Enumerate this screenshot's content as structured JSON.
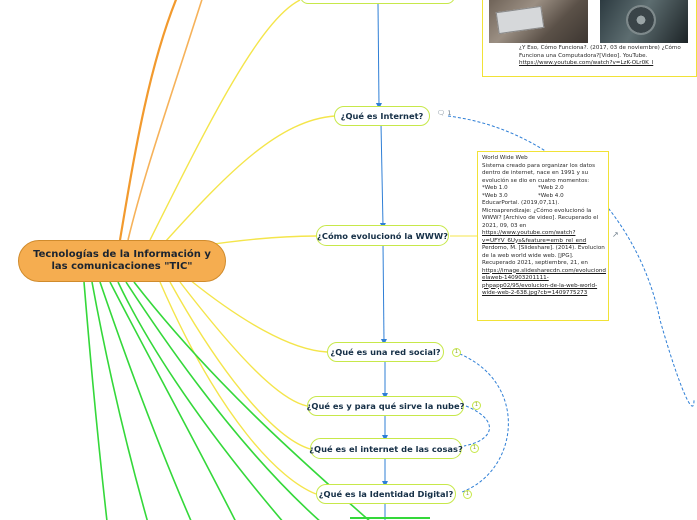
{
  "root": {
    "line1": "Tecnologías de la Información y",
    "line2": "las comunicaciones \"TIC\""
  },
  "topics": [
    {
      "label": "¿Qué es Internet?"
    },
    {
      "label": "¿Cómo evolucionó la WWW?"
    },
    {
      "label": "¿Qué es una red social?"
    },
    {
      "label": "¿Qué es y para qué sirve la nube?"
    },
    {
      "label": "¿Qué es el internet de las cosas?"
    },
    {
      "label": "¿Qué es la Identidad Digital?"
    }
  ],
  "comment_badge": {
    "count": "1"
  },
  "relation_badges": [
    "1",
    "1",
    "1",
    "1"
  ],
  "top_note": {
    "line1": "¿Y Eso, Cómo Funciona?. (2017, 03 de noviembre) ¿Cómo",
    "line2": "Funciona una Computadora?[Video]. YouTube.",
    "link": "https://www.youtube.com/watch?v=LzK-OLr0K_I"
  },
  "www_note": {
    "lines": [
      "World Wide Web",
      "Sistema creado para organizar los datos",
      "dentro de internet, nace en 1991 y su",
      "evolución se dio en cuatro momentos:"
    ],
    "web_versions": [
      [
        "*Web 1.0",
        "*Web 2.0"
      ],
      [
        "*Web 3.0",
        "*Web 4.0"
      ]
    ],
    "refs": [
      "EducarPortal. (2019,07,11).",
      "Microaprendizaje: ¿Cómo evolucionó la",
      "WWW? [Archivo de video]. Recuperado el",
      "2021, 09, 03 en"
    ],
    "link1a": "https://www.youtube.com/watch?",
    "link1b": "v=UFYV_6Uys&feature=emb_rel_end",
    "refs2": [
      "Perdomo, M.  [Slideshare]. (2014). Evolucion",
      "de la web world wide web. [JPG].",
      "Recuperado 2021, septiembre, 21, en"
    ],
    "link2": [
      "https://image.slidesharecdn.com/evoluciond",
      "elaweb-140903201111-",
      "phpapp02/95/evolucion-de-la-web-world-",
      "wide-web-2-638.jpg?cb=1409775273"
    ]
  },
  "colors": {
    "root_fill": "#f5ad50",
    "node_border": "#c7e84a",
    "branch_green": "#34d83a",
    "branch_yellow": "#f4e54b",
    "branch_orange": "#f29a2e",
    "connector_blue": "#2f7fd6"
  }
}
